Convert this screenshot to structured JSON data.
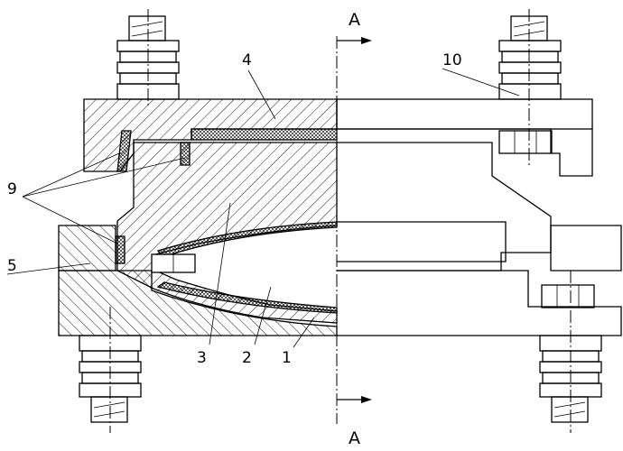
{
  "section_marks": {
    "top": "A",
    "bottom": "A"
  },
  "part_labels": {
    "p1": "1",
    "p2": "2",
    "p3": "3",
    "p4": "4",
    "p5": "5",
    "p9": "9",
    "p10": "10"
  },
  "colors": {
    "line": "#000000",
    "background": "#ffffff"
  }
}
